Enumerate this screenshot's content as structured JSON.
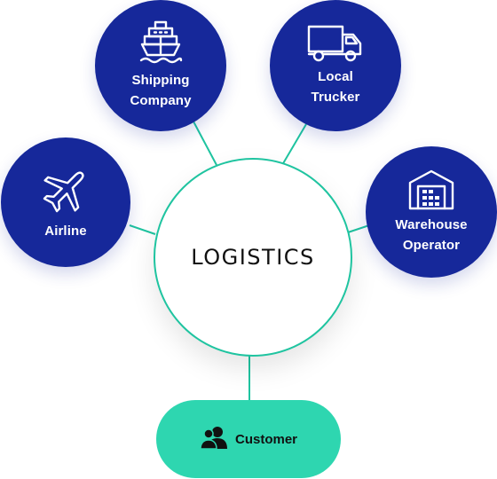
{
  "center": {
    "title": "LOGISTICS"
  },
  "nodes": {
    "shipping": {
      "label": "Shipping\nCompany",
      "icon": "ship-icon"
    },
    "trucker": {
      "label": "Local\nTrucker",
      "icon": "truck-icon"
    },
    "airline": {
      "label": "Airline",
      "icon": "airplane-icon"
    },
    "warehouse": {
      "label": "Warehouse\nOperator",
      "icon": "warehouse-icon"
    },
    "customer": {
      "label": "Customer",
      "icon": "users-icon"
    }
  },
  "colors": {
    "node_fill": "#16289a",
    "connector": "#1fc4a0",
    "customer_fill": "#2ed6b0",
    "center_border": "#1fc4a0"
  }
}
